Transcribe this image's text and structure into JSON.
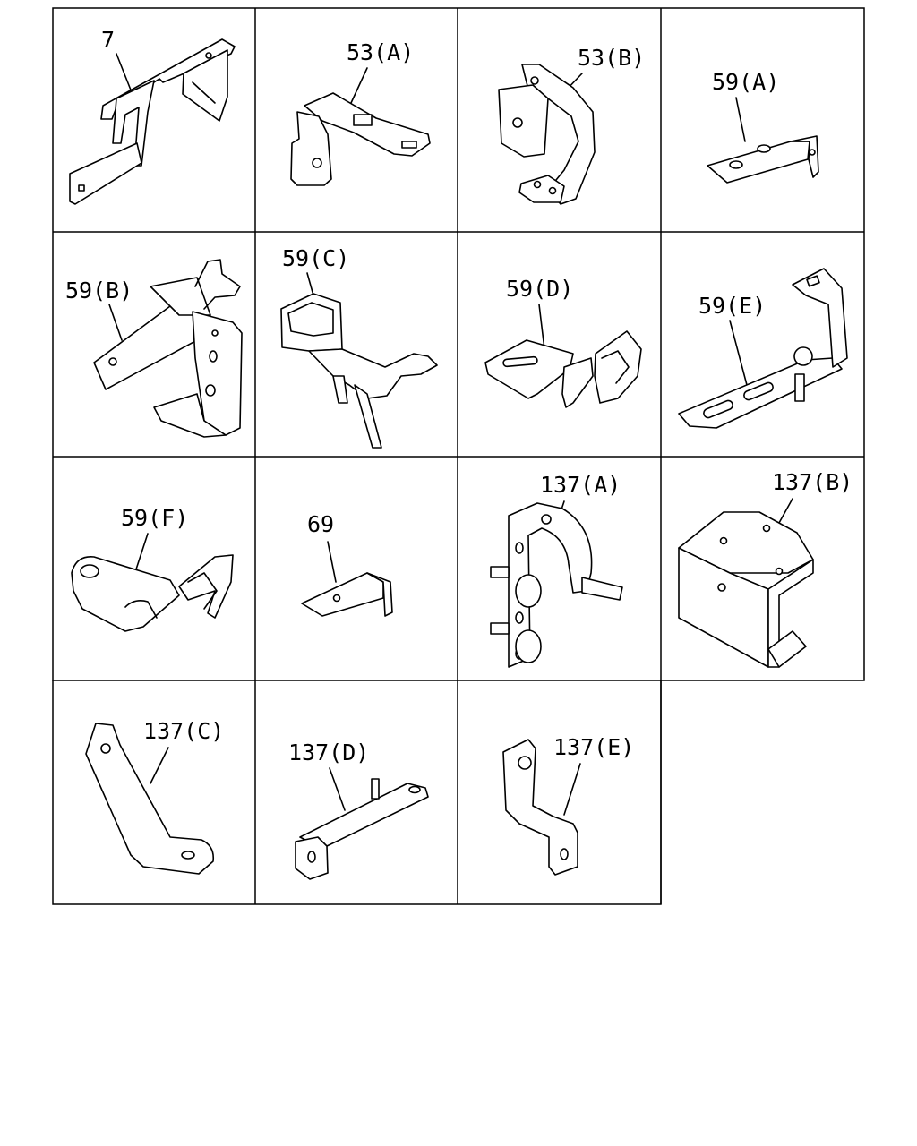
{
  "diagram": {
    "line_color": "#000000",
    "background": "#ffffff",
    "cells": [
      {
        "id": "7",
        "label": "7"
      },
      {
        "id": "53a",
        "label": "53(A)"
      },
      {
        "id": "53b",
        "label": "53(B)"
      },
      {
        "id": "59a",
        "label": "59(A)"
      },
      {
        "id": "59b",
        "label": "59(B)"
      },
      {
        "id": "59c",
        "label": "59(C)"
      },
      {
        "id": "59d",
        "label": "59(D)"
      },
      {
        "id": "59e",
        "label": "59(E)"
      },
      {
        "id": "59f",
        "label": "59(F)"
      },
      {
        "id": "69",
        "label": "69"
      },
      {
        "id": "137a",
        "label": "137(A)"
      },
      {
        "id": "137b",
        "label": "137(B)"
      },
      {
        "id": "137c",
        "label": "137(C)"
      },
      {
        "id": "137d",
        "label": "137(D)"
      },
      {
        "id": "137e",
        "label": "137(E)"
      }
    ]
  }
}
